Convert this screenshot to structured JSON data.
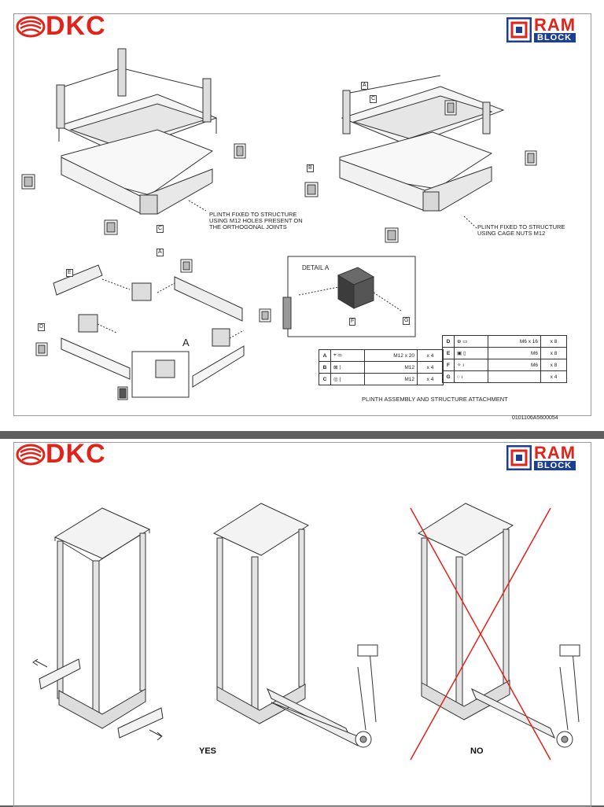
{
  "brand": {
    "dkc": "DKC",
    "ram_top": "RAM",
    "ram_bottom": "BLOCK",
    "red": "#e2231a",
    "blue": "#1d3f8f"
  },
  "page1": {
    "note_left": [
      "PLINTH FIXED TO STRUCTURE",
      "USING M12 HOLES PRESENT ON",
      "THE ORTHOGONAL JOINTS"
    ],
    "note_right": [
      "PLINTH FIXED TO STRUCTURE",
      "USING CAGE NUTS M12"
    ],
    "detail_label": "DETAIL  A",
    "callout_A": "A",
    "labels": [
      "A",
      "B",
      "C",
      "D",
      "E",
      "F",
      "G"
    ],
    "parts_left": [
      {
        "key": "A",
        "size": "M12 x 20",
        "qty": "x 4"
      },
      {
        "key": "B",
        "size": "M12",
        "qty": "x 4"
      },
      {
        "key": "C",
        "size": "M12",
        "qty": "x 4"
      }
    ],
    "parts_right": [
      {
        "key": "D",
        "size": "M6 x 16",
        "qty": "x 8"
      },
      {
        "key": "E",
        "size": "M6",
        "qty": "x 8"
      },
      {
        "key": "F",
        "size": "M6",
        "qty": "x 8"
      },
      {
        "key": "G",
        "size": "",
        "qty": "x 4"
      }
    ],
    "caption": "PLINTH ASSEMBLY AND STRUCTURE ATTACHMENT",
    "doc_number": "0101106A5600054"
  },
  "page2": {
    "yes": "YES",
    "no": "NO"
  }
}
